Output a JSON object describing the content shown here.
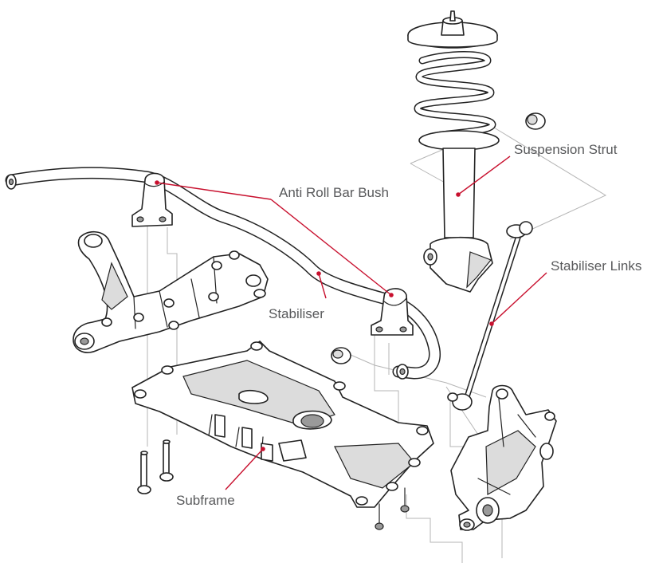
{
  "colors": {
    "leader": "#c8102e",
    "label_text": "#58595b",
    "outline": "#222222",
    "guide": "#b5b5b5",
    "background": "#ffffff"
  },
  "labels": {
    "suspension_strut": "Suspension Strut",
    "anti_roll_bar_bush": "Anti Roll Bar Bush",
    "stabiliser_links": "Stabiliser Links",
    "stabiliser": "Stabiliser",
    "subframe": "Subframe"
  }
}
